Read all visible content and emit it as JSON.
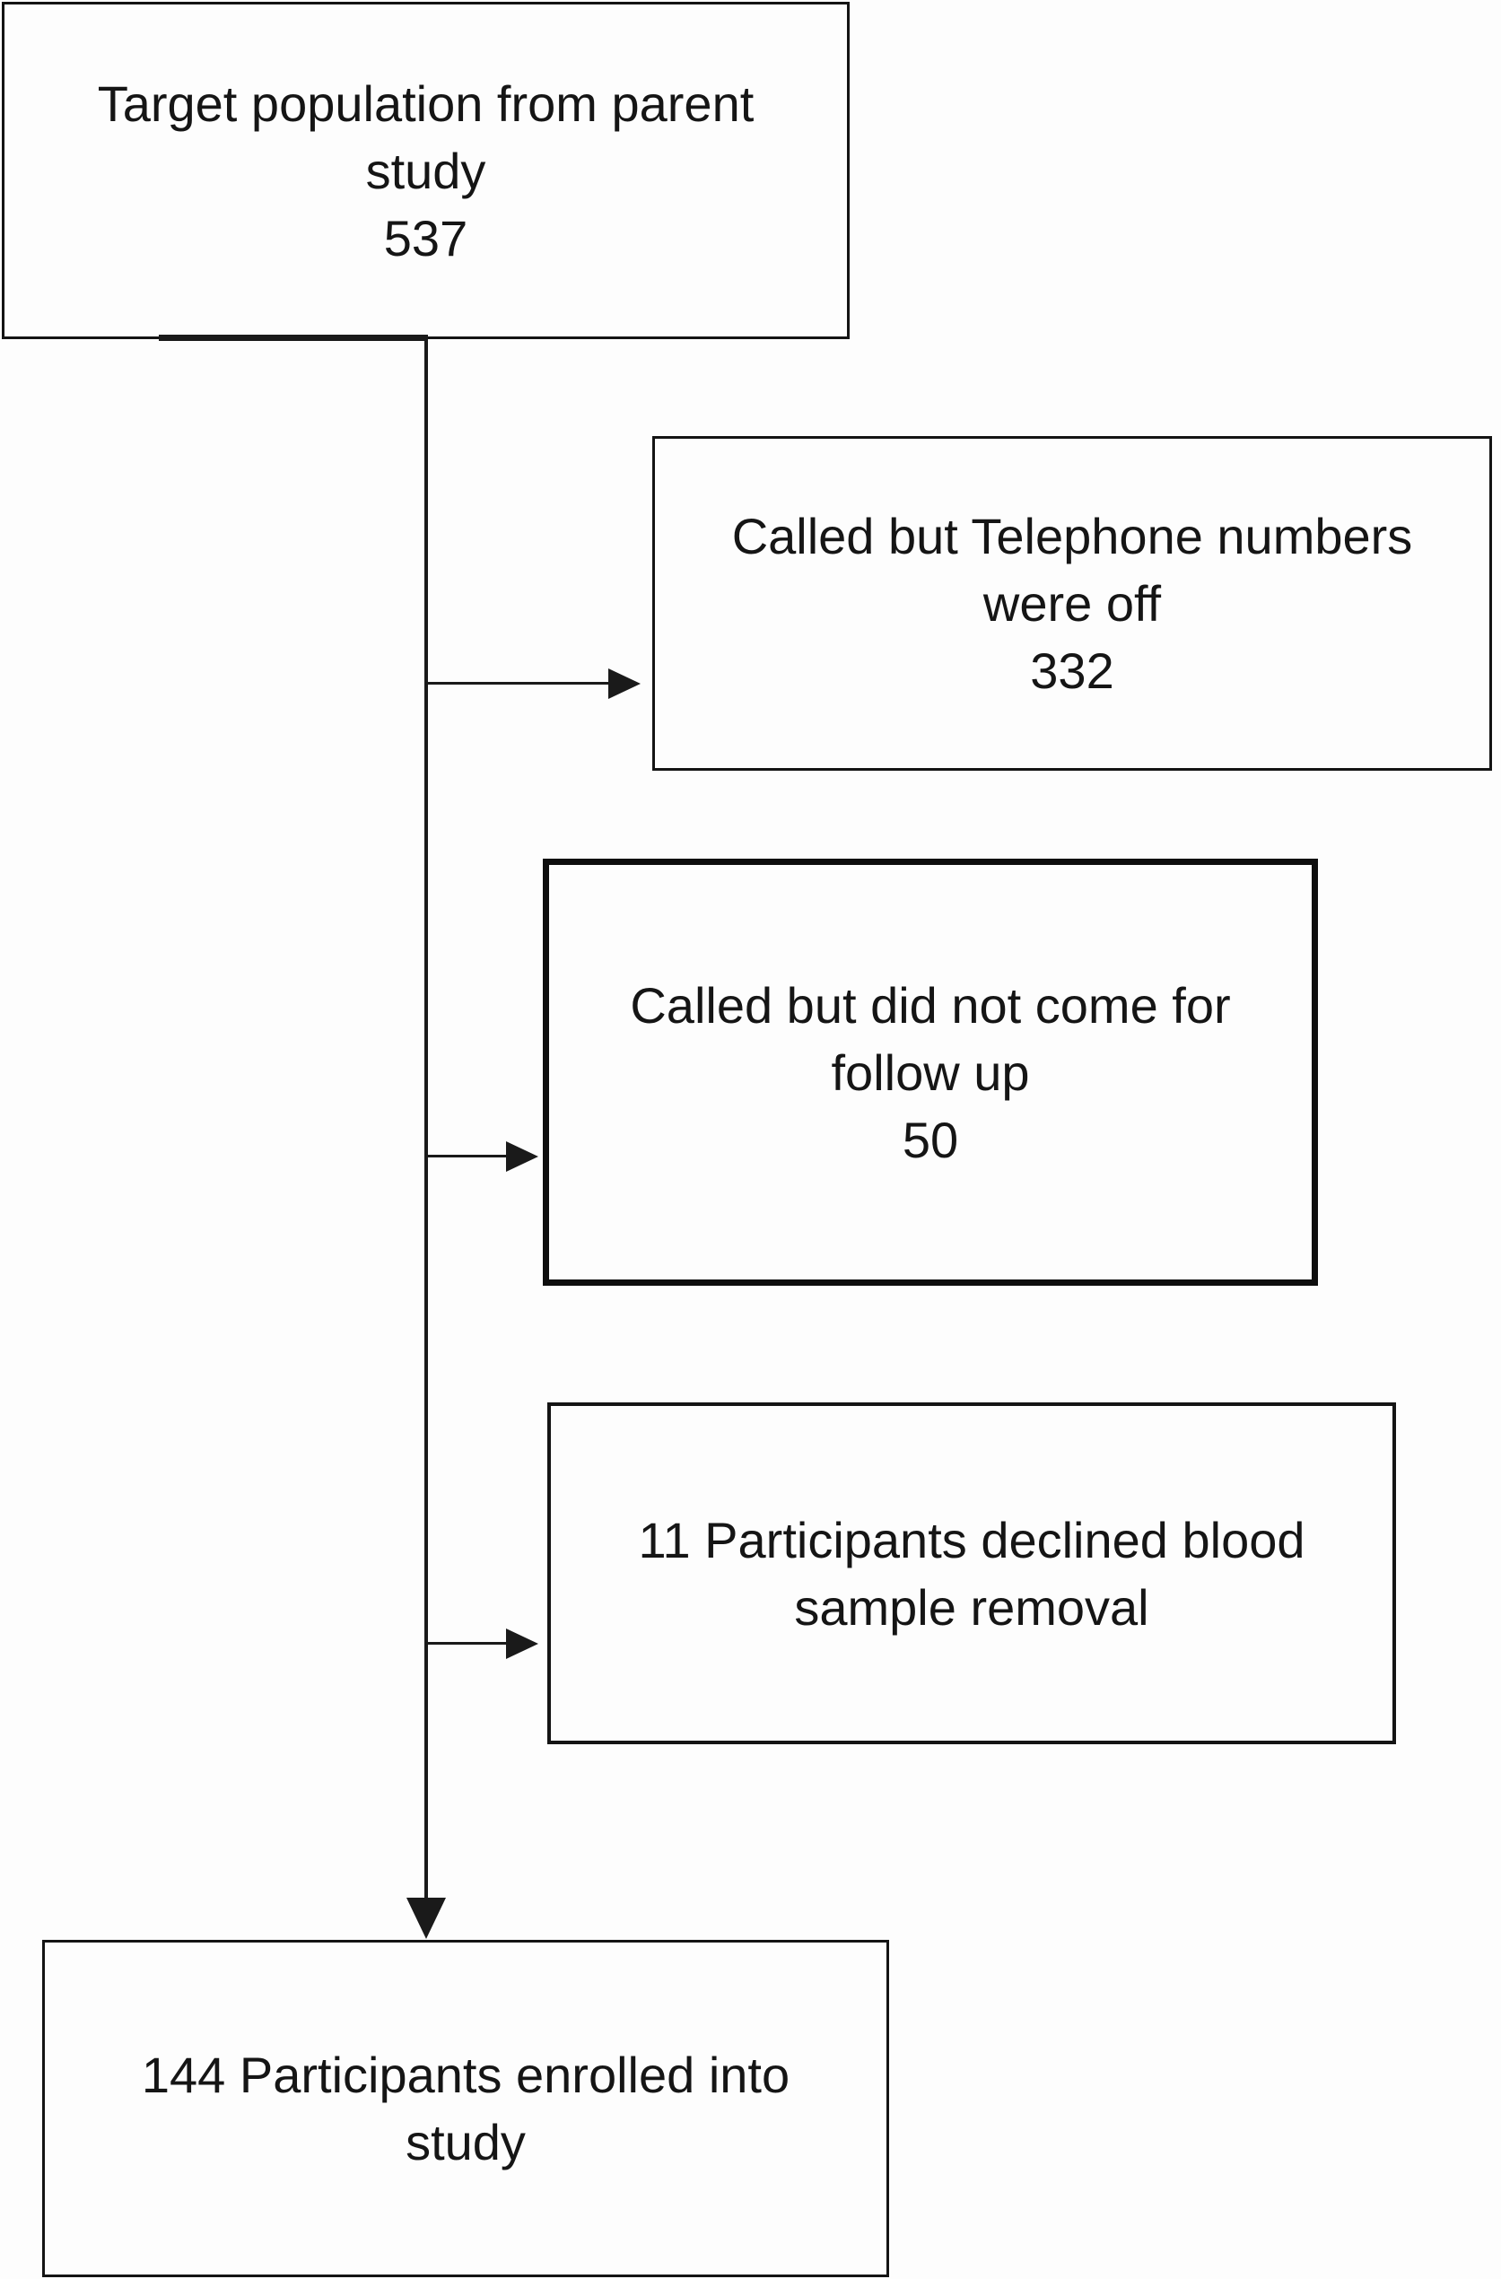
{
  "flowchart": {
    "background_color": "#fdfdfd",
    "line_color": "#1a1a1a",
    "text_color": "#151515",
    "nodes": {
      "target": {
        "lines": [
          "Target population from parent",
          "study",
          "537"
        ]
      },
      "phones_off": {
        "lines": [
          "Called but Telephone numbers",
          "were off",
          "332"
        ]
      },
      "no_followup": {
        "lines": [
          "Called but did not come for",
          "follow up",
          "50"
        ]
      },
      "declined_blood": {
        "lines": [
          "11 Participants declined blood",
          "sample removal"
        ]
      },
      "enrolled": {
        "lines": [
          "144 Participants enrolled into",
          "study"
        ]
      }
    }
  }
}
